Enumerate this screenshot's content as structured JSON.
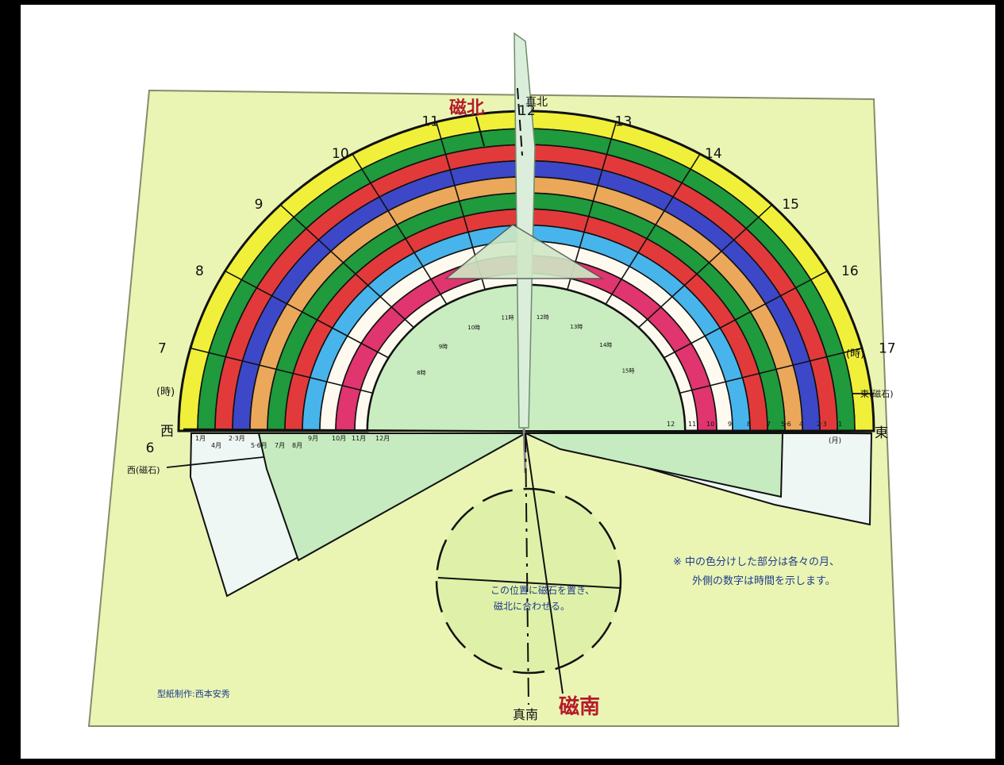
{
  "title_magnetic_north": "磁北",
  "title_true_north": "真北",
  "title_magnetic_south": "磁南",
  "title_true_south": "真南",
  "west": "西",
  "east": "東",
  "west_magnet": "西(磁石)",
  "east_magnet": "東(磁石)",
  "hours": [
    "6",
    "7",
    "8",
    "9",
    "10",
    "11",
    "12",
    "13",
    "14",
    "15",
    "16",
    "17"
  ],
  "hour_suffix": "(時)",
  "month_suffix": "(月)",
  "month_labels_west": [
    "1月",
    "2·3月",
    "4月",
    "5·6月",
    "7月",
    "8月",
    "9月",
    "10月",
    "11月",
    "12月"
  ],
  "month_labels_east": [
    "12",
    "11",
    "10",
    "9",
    "8",
    "7",
    "5·6",
    "4",
    "2·3",
    "1"
  ],
  "inner_hour_labels": [
    "8時",
    "9時",
    "10時",
    "11時",
    "12時",
    "13時",
    "14時",
    "15時"
  ],
  "circle_text_line1": "この位置に磁石を置き、",
  "circle_text_line2": "磁北に合わせる。",
  "note_line1": "※ 中の色分けした部分は各々の月、",
  "note_line2": "外側の数字は時間を示します。",
  "credit": "型紙制作:西本安秀",
  "colors": {
    "paper": "#eaf5b4",
    "yellow": "#f0f03a",
    "green": "#1f9a3c",
    "red": "#e23a3a",
    "blue": "#3d48c8",
    "orange": "#eba85a",
    "light_blue": "#48b4ec",
    "pink": "#e0356e",
    "inner_green": "#c9ecc0",
    "label_red": "#b51a2a",
    "text_blue": "#1e3c8c"
  }
}
